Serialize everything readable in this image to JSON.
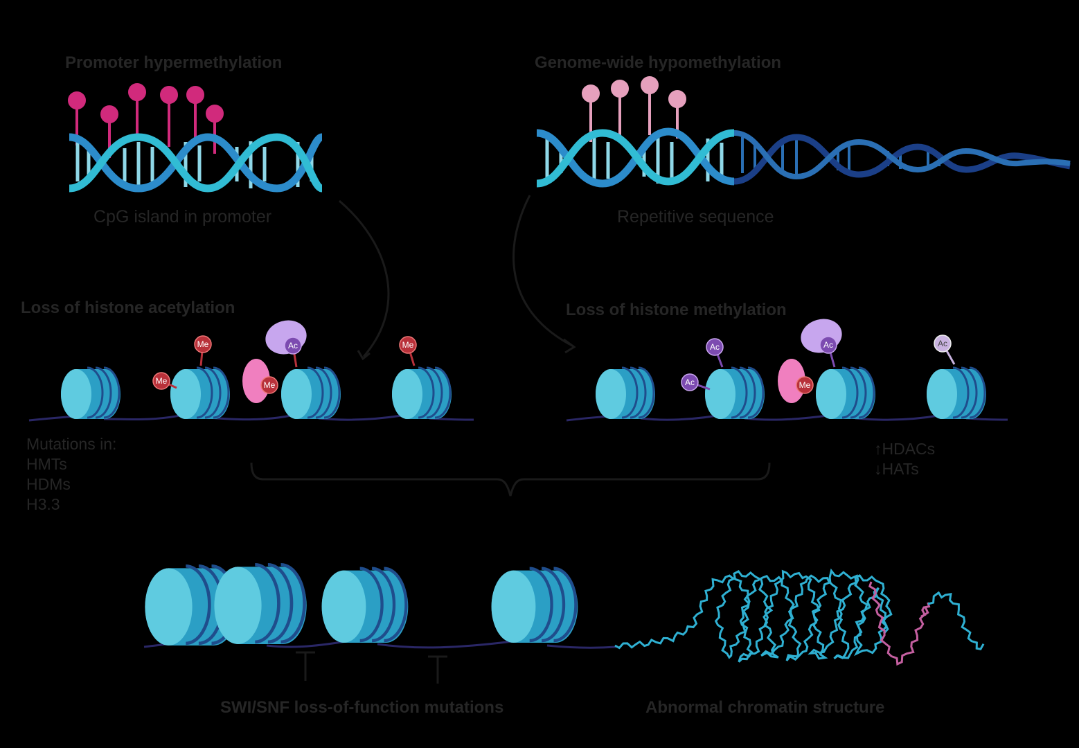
{
  "colors": {
    "background": "#000000",
    "label_text": "#262626",
    "dna_light": "#2fb9d3",
    "dna_mid": "#2c8ccb",
    "dna_dark": "#1b3f87",
    "methyl_hyper": "#d12a7c",
    "methyl_hypo": "#e6a0bd",
    "nucleosome": "#4fc3dc",
    "nucleosome_band": "#1f4d8c",
    "linker": "#2a2766",
    "me_mark": "#b8313a",
    "ac_mark": "#7c4bb0",
    "ac_mark_light": "#c9b3e0",
    "reader_purple": "#c7a6ee",
    "reader_pink": "#f07fbf",
    "chromatin_pink": "#c45fa0"
  },
  "panels": {
    "hyper": {
      "title": "Promoter hypermethylation",
      "caption": "CpG island in promoter"
    },
    "hypo": {
      "title": "Genome-wide hypomethylation",
      "caption": "Repetitive sequence"
    }
  },
  "histone_left": {
    "title": "Loss of histone acetylation",
    "mutations": [
      "Mutations in:",
      "HMTs",
      "HDMs",
      "H3.3"
    ],
    "mark_me": "Me",
    "mark_ac": "Ac"
  },
  "histone_right": {
    "title": "Loss of histone methylation",
    "enzymes": [
      "↑HDACs",
      "↓HATs"
    ]
  },
  "bottom": {
    "swi_label": "SWI/SNF loss-of-function mutations",
    "chromatin_label": "Abnormal chromatin structure"
  },
  "icons": [
    "dna-helix-icon",
    "methyl-lollipop-icon",
    "nucleosome-icon",
    "curved-arrow-icon",
    "brace-icon",
    "inhibition-bar-icon",
    "chromatin-coil-icon"
  ]
}
